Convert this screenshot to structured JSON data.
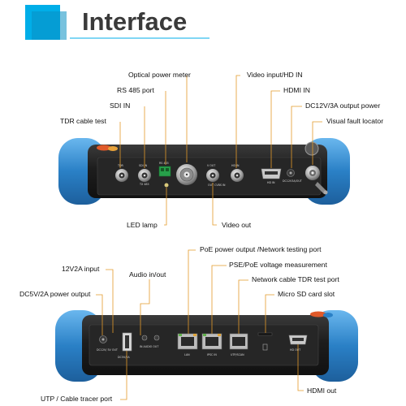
{
  "header": {
    "title": "Interface",
    "accent_color": "#00aee8"
  },
  "top_view": {
    "callouts": {
      "optical_power_meter": "Optical power meter",
      "rs485_port": "RS 485 port",
      "sdi_in": "SDI IN",
      "tdr_cable_test": "TDR cable test",
      "video_input_hd_in": "Video input/HD IN",
      "hdmi_in": "HDMI IN",
      "dc12v_output": "DC12V/3A output power",
      "visual_fault_locator": "Visual fault locator",
      "led_lamp": "LED lamp",
      "video_out": "Video out"
    },
    "panel_marks": {
      "tdr": "TDR",
      "sdi_in": "SDI IN",
      "rs485": "RS 485",
      "tx485": "TX 485",
      "vf_out": "V OUT",
      "hd_in": "HD IN",
      "cvbs_in": "OUT  CVBS IN",
      "hdmi_in": "HD IN",
      "dc12v": "DC12V3A/OUT"
    }
  },
  "bottom_view": {
    "callouts": {
      "poe_output": "PoE power output /Network testing port",
      "psepoe_measure": "PSE/PoE voltage measurement",
      "tdr_port": "Network cable TDR test port",
      "micro_sd": "Micro SD card slot",
      "v12_input": "12V2A input",
      "audio_in_out": "Audio in/out",
      "dc5v_output": "DC5V/2A power output",
      "hdmi_out": "HDMI out",
      "utp_tracer": "UTP / Cable tracer port"
    },
    "panel_marks": {
      "dc_in": "DC12V/ 5V OUT",
      "dc5v": "DC5V/2A",
      "audio": "IN AUDIO OUT",
      "lan": "LAN",
      "ipsc_in": "IPSC IN",
      "utp": "UTP/SCAN",
      "hdmi_out": "HD OUT"
    }
  },
  "colors": {
    "bumper": "#2a80c6",
    "bumper_highlight": "#6ab7ee",
    "body": "#1e1e1e",
    "panel": "#2a2a2a",
    "callout_line": "#e39a2a"
  }
}
